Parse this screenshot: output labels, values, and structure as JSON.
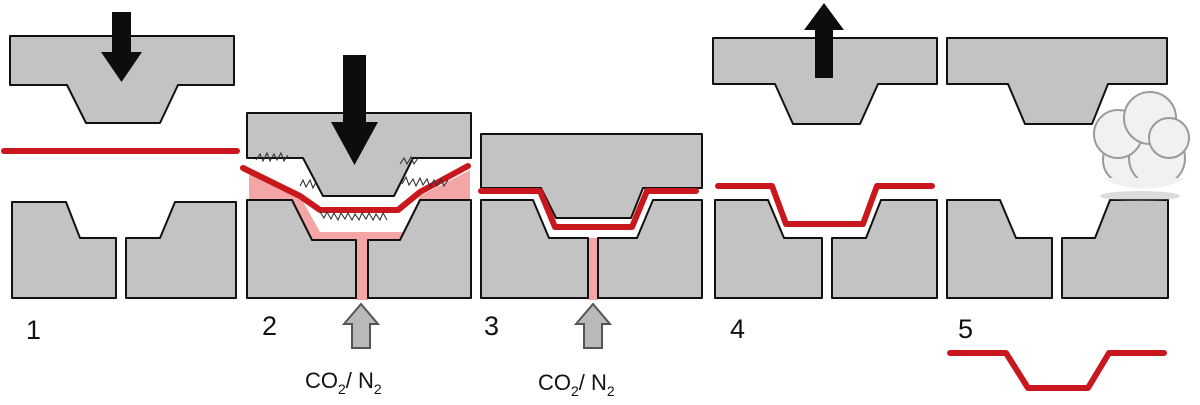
{
  "steps": [
    {
      "label": "1"
    },
    {
      "label": "2",
      "gas": {
        "main": "CO",
        "sub1": "2",
        "mid": "/ N",
        "sub2": "2"
      }
    },
    {
      "label": "3",
      "gas": {
        "main": "CO",
        "sub1": "2",
        "mid": "/ N",
        "sub2": "2"
      }
    },
    {
      "label": "4"
    },
    {
      "label": "5"
    }
  ],
  "colors": {
    "film": "#c8171d",
    "gas": "#f4a6a6",
    "mold": "#c3c3c3",
    "force_arrow": "#0d0d0d",
    "gas_arrow": "#b9b9b9"
  },
  "icons": [
    "force-down-arrow",
    "force-up-arrow",
    "gas-inlet-arrow",
    "steam-cloud"
  ]
}
